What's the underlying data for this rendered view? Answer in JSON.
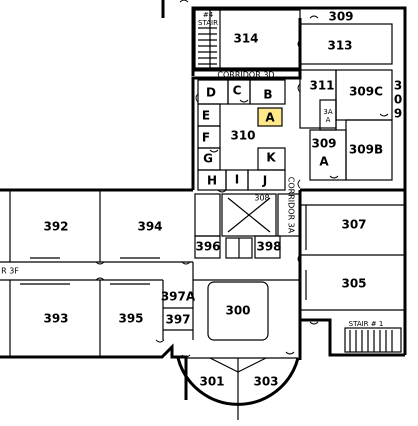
{
  "rooms": {
    "r314": "314",
    "r309": "309",
    "r313": "313",
    "r311": "311",
    "r309c": "309C",
    "r309a_1": "309",
    "r309a_2": "A",
    "r309b": "309B",
    "r3a_1": "3A",
    "r3a_2": "A",
    "rD": "D",
    "rC": "C",
    "rB": "B",
    "rA": "A",
    "rE": "E",
    "r310": "310",
    "rF": "F",
    "rG": "G",
    "rK": "K",
    "rH": "H",
    "rI": "I",
    "rJ": "J",
    "r392": "392",
    "r394": "394",
    "r393": "393",
    "r395": "395",
    "r396": "396",
    "r398": "398",
    "r308": "308",
    "r307": "307",
    "r305": "305",
    "r397a": "397A",
    "r397": "397",
    "r300": "300",
    "r301": "301",
    "r303": "303",
    "v309_3": "3",
    "v309_0": "0",
    "v309_9": "9"
  },
  "labels": {
    "stair4_1": "#4",
    "stair4_2": "STAIR",
    "corridor3d": "CORRIDOR 3D",
    "corridor3a": "CORRIDOR 3A",
    "corridor3f": "R 3F",
    "stair1": "STAIR # 1"
  },
  "colors": {
    "highlight": "#ffe98a",
    "wall": "#000000",
    "background": "#ffffff"
  },
  "highlighted_room": "A"
}
